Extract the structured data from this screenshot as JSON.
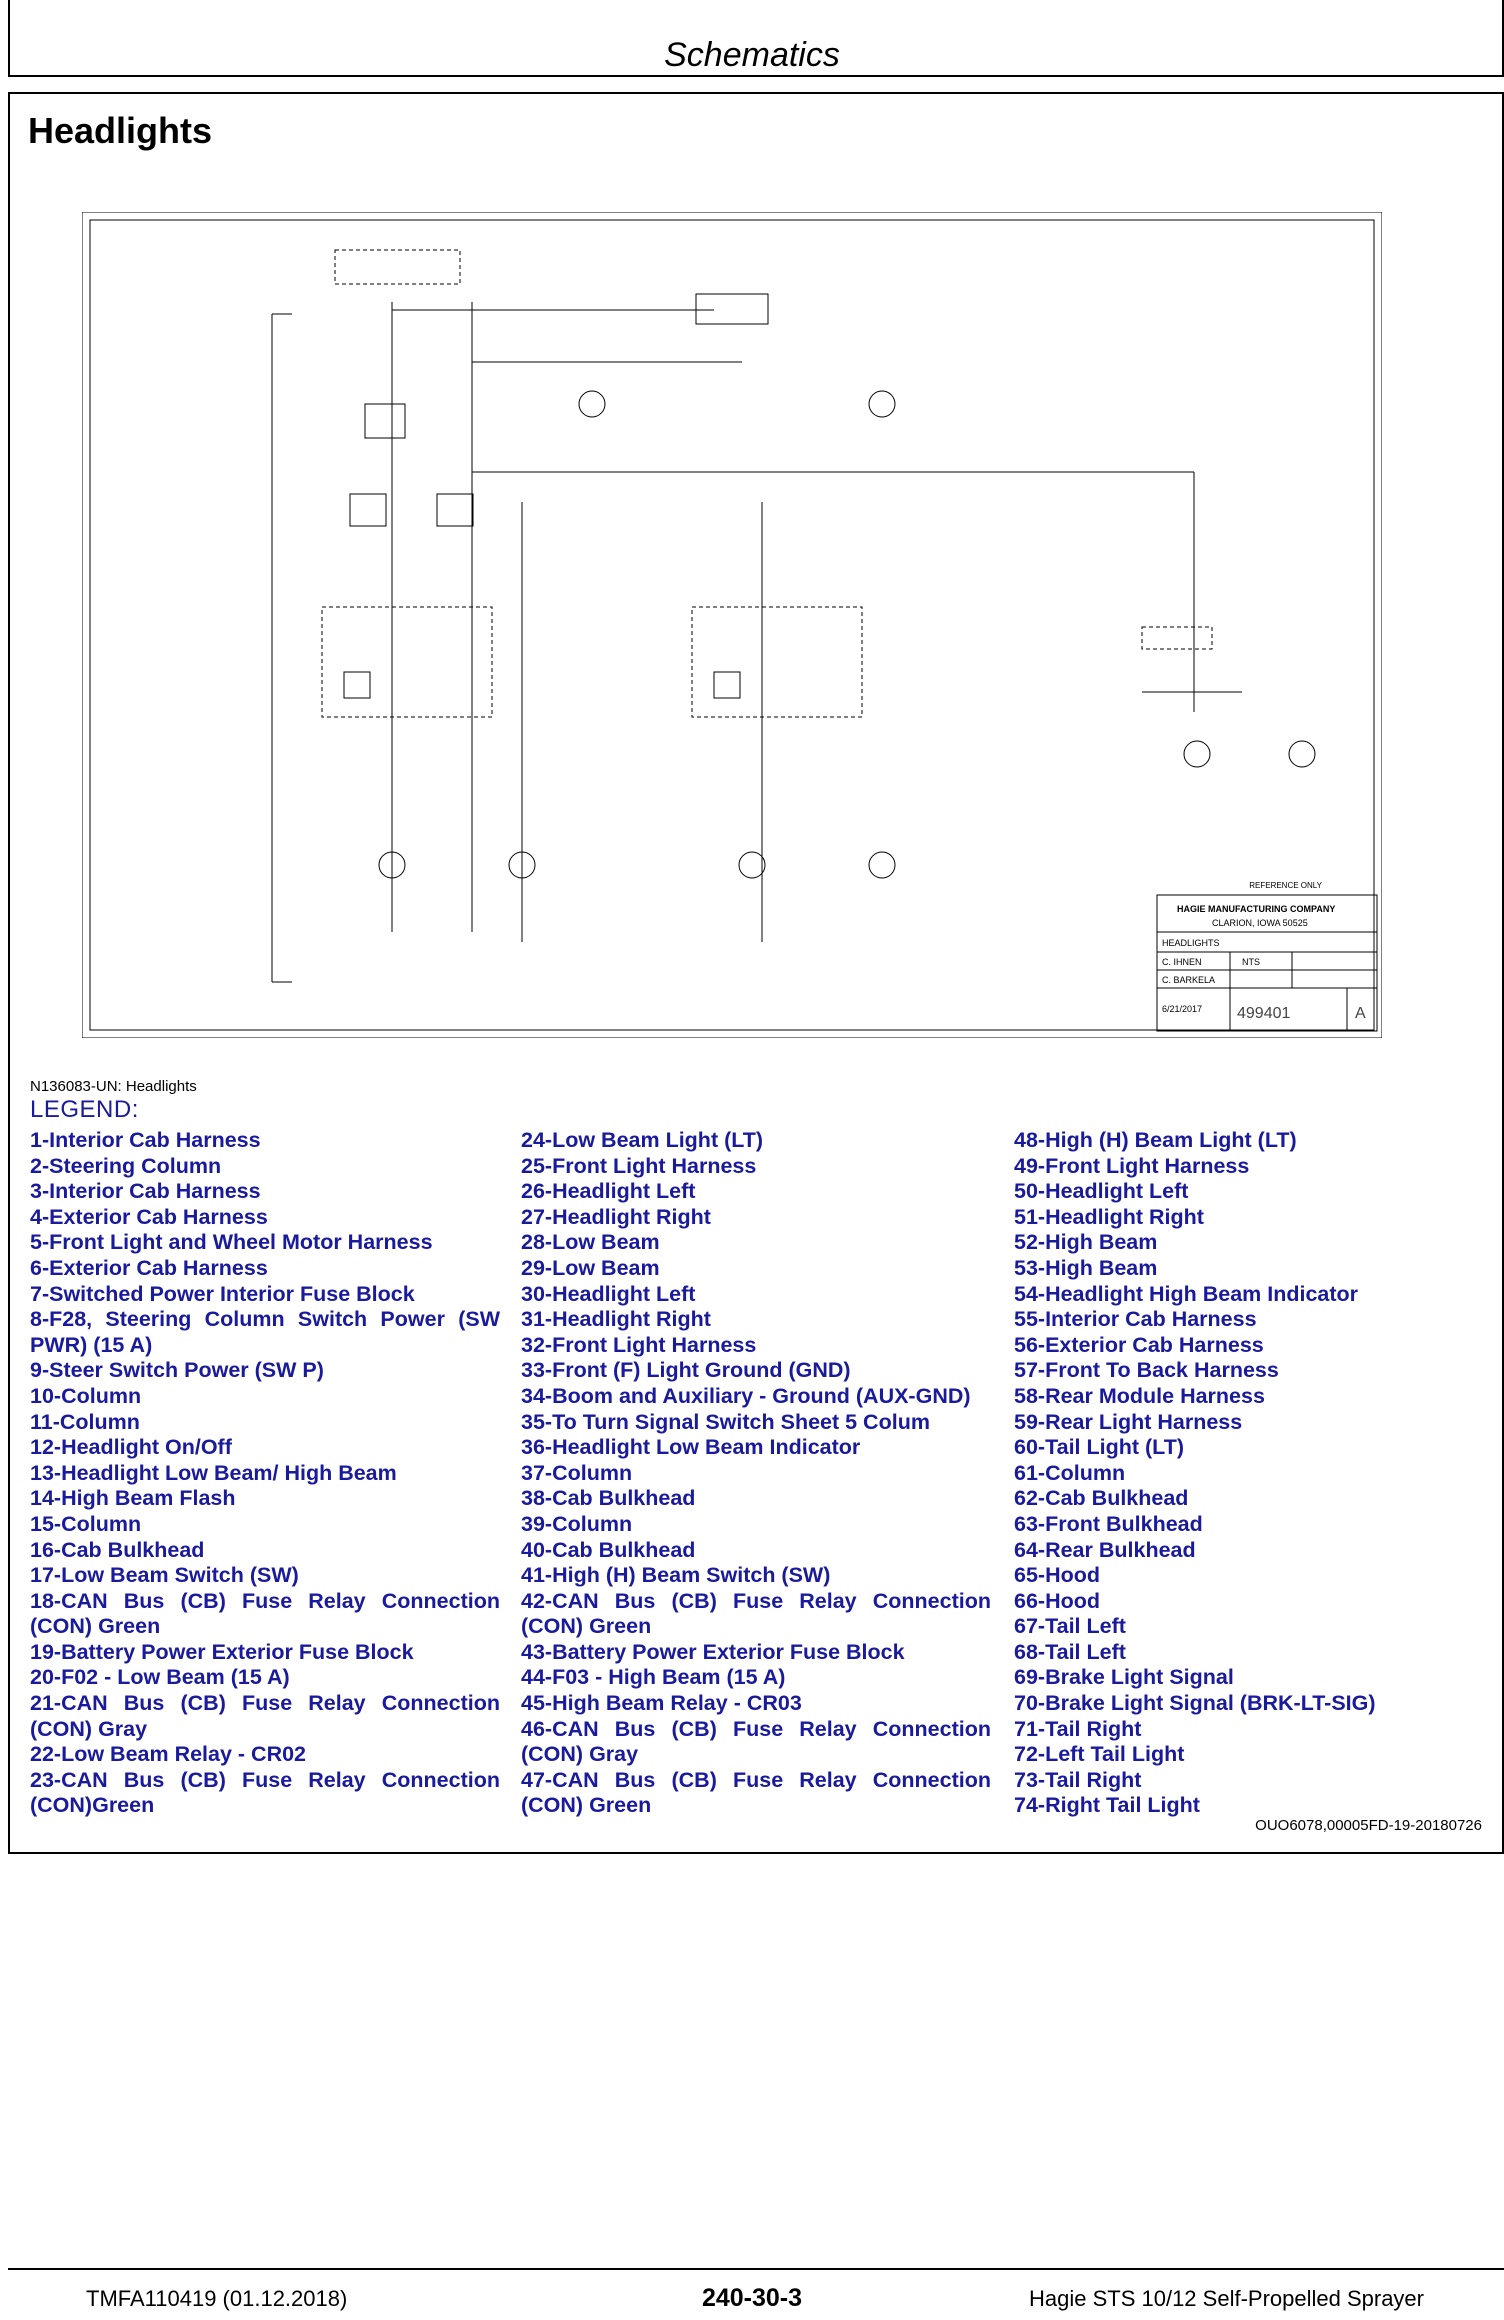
{
  "header": {
    "section": "Schematics"
  },
  "page_title": "Headlights",
  "title_block": {
    "company": "HAGIE MANUFACTURING COMPANY",
    "location": "CLARION, IOWA 50525",
    "description": "HEADLIGHTS",
    "drawn_by": "C. IHNEN",
    "checked_by": "C. BARKELA",
    "date": "6/21/2017",
    "scale": "NTS",
    "drawing_number": "499401",
    "rev": "A",
    "reference": "REFERENCE ONLY"
  },
  "caption": "N136083-UN: Headlights",
  "legend_heading": "LEGEND:",
  "legend_col1": [
    "1-Interior Cab Harness",
    "2-Steering Column",
    "3-Interior Cab Harness",
    "4-Exterior Cab Harness",
    "5-Front Light and Wheel Motor Harness",
    "6-Exterior Cab Harness",
    "7-Switched Power Interior Fuse Block",
    "8-F28, Steering Column Switch Power (SW PWR) (15 A)",
    "9-Steer Switch Power (SW P)",
    "10-Column",
    "11-Column",
    "12-Headlight On/Off",
    "13-Headlight Low Beam/ High Beam",
    "14-High Beam Flash",
    "15-Column",
    "16-Cab Bulkhead",
    "17-Low Beam Switch (SW)",
    "18-CAN Bus (CB) Fuse Relay Connection (CON) Green",
    "19-Battery Power Exterior Fuse Block",
    "20-F02 - Low Beam (15 A)",
    "21-CAN Bus (CB) Fuse Relay Connection (CON) Gray",
    "22-Low Beam Relay - CR02",
    "23-CAN Bus (CB) Fuse Relay Connection (CON)Green"
  ],
  "legend_col2": [
    "24-Low Beam Light (LT)",
    "25-Front Light Harness",
    "26-Headlight Left",
    "27-Headlight Right",
    "28-Low Beam",
    "29-Low Beam",
    "30-Headlight Left",
    "31-Headlight Right",
    "32-Front Light Harness",
    "33-Front (F) Light Ground (GND)",
    "34-Boom and Auxiliary - Ground (AUX-GND)",
    "35-To Turn Signal Switch Sheet 5 Colum",
    "36-Headlight Low Beam Indicator",
    "37-Column",
    "38-Cab Bulkhead",
    "39-Column",
    "40-Cab Bulkhead",
    "41-High (H) Beam Switch (SW)",
    "42-CAN Bus (CB) Fuse Relay Connection (CON) Green",
    "43-Battery Power Exterior Fuse Block",
    "44-F03 - High Beam (15 A)",
    "45-High Beam Relay - CR03",
    "46-CAN Bus (CB) Fuse Relay Connection (CON) Gray",
    "47-CAN Bus (CB) Fuse Relay Connection (CON) Green"
  ],
  "legend_col3": [
    "48-High (H) Beam Light (LT)",
    "49-Front Light Harness",
    "50-Headlight Left",
    "51-Headlight Right",
    "52-High Beam",
    "53-High Beam",
    "54-Headlight High Beam Indicator",
    "55-Interior Cab Harness",
    "56-Exterior Cab Harness",
    "57-Front To Back Harness",
    "58-Rear Module Harness",
    "59-Rear Light Harness",
    "60-Tail Light (LT)",
    "61-Column",
    "62-Cab Bulkhead",
    "63-Front Bulkhead",
    "64-Rear Bulkhead",
    "65-Hood",
    "66-Hood",
    "67-Tail Left",
    "68-Tail Left",
    "69-Brake Light Signal",
    "70-Brake Light Signal (BRK-LT-SIG)",
    "71-Tail Right",
    "72-Left Tail Light",
    "73-Tail Right",
    "74-Right Tail Light"
  ],
  "figure_ref": "OUO6078,00005FD-19-20180726",
  "footer": {
    "left": "TMFA110419 (01.12.2018)",
    "center": "240-30-3",
    "right": "Hagie STS 10/12 Self-Propelled Sprayer"
  }
}
